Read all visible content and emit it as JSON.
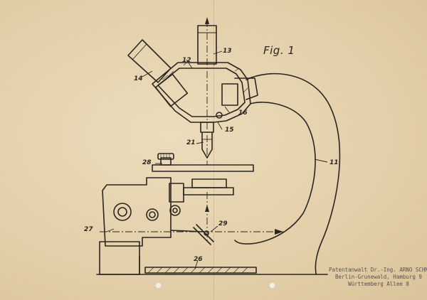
{
  "figure": {
    "title": "Fig. 1"
  },
  "labels": {
    "l11": "11",
    "l12": "12",
    "l13": "13",
    "l14": "14",
    "l15": "15",
    "l16": "16",
    "l21": "21",
    "l26": "26",
    "l27": "27",
    "l28": "28",
    "l29": "29"
  },
  "stamp": {
    "line1": "Patentanwalt Dr.-Ing. ARNO SCHMIDT",
    "line2": "Berlin-Grunewald, Hamburg 9",
    "line3": "Württemberg Allee 8"
  },
  "colors": {
    "paper": "#e6d4b0",
    "ink": "#2b2620",
    "stamp": "#5a5250"
  }
}
